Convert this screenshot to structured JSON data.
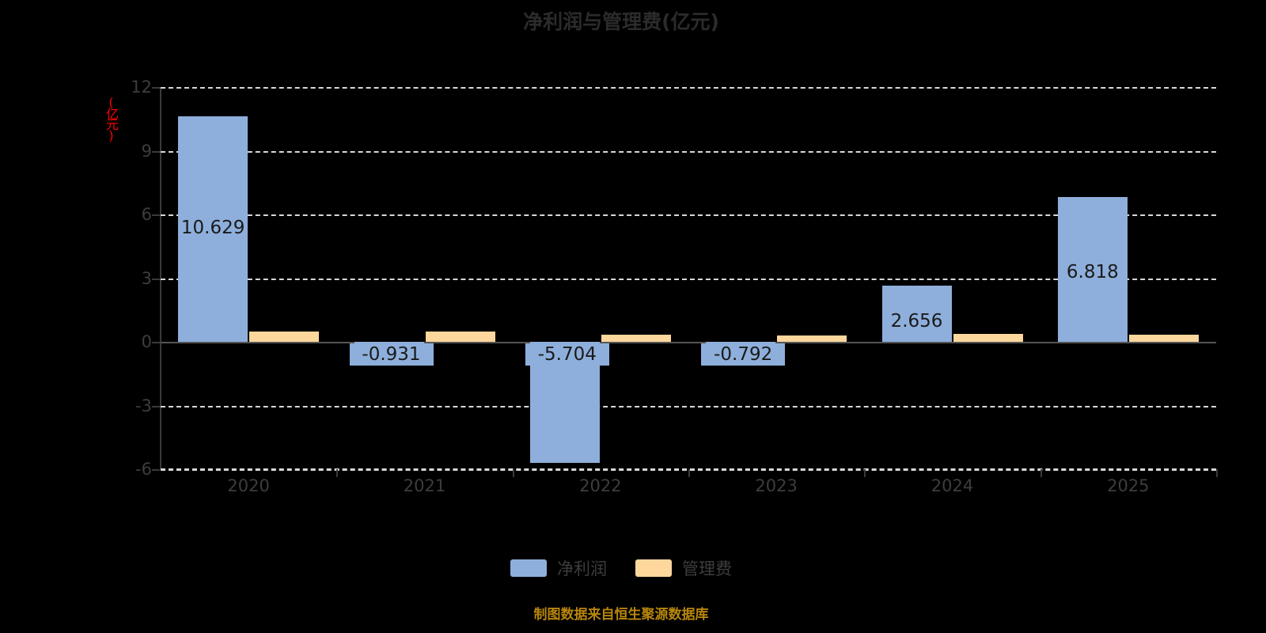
{
  "chart_data": {
    "type": "bar",
    "title": "净利润与管理费(亿元)",
    "xlabel": "",
    "ylabel": "(亿元)",
    "categories": [
      "2020",
      "2021",
      "2022",
      "2023",
      "2024",
      "2025"
    ],
    "series": [
      {
        "name": "净利润",
        "color": "#8eafdb",
        "values": [
          10.629,
          -0.931,
          -5.704,
          -0.792,
          2.656,
          6.818
        ],
        "labels": [
          "10.629",
          "-0.931",
          "-5.704",
          "-0.792",
          "2.656",
          "6.818"
        ]
      },
      {
        "name": "管理费",
        "color": "#fdd79c",
        "values": [
          0.5,
          0.49,
          0.33,
          0.3,
          0.39,
          0.33
        ],
        "labels": [
          "",
          "",
          "",
          "",
          "",
          ""
        ]
      }
    ],
    "ylim": [
      -6,
      12
    ],
    "yticks": [
      "12",
      "9",
      "6",
      "3",
      "0",
      "-3",
      "-6"
    ],
    "ytick_values": [
      12,
      9,
      6,
      3,
      0,
      -3,
      -6
    ],
    "grid": true,
    "legend_position": "bottom"
  },
  "footer": {
    "note": "制图数据来自恒生聚源数据库",
    "color": "#b8860b"
  },
  "axis_unit_color": "#ff0000"
}
